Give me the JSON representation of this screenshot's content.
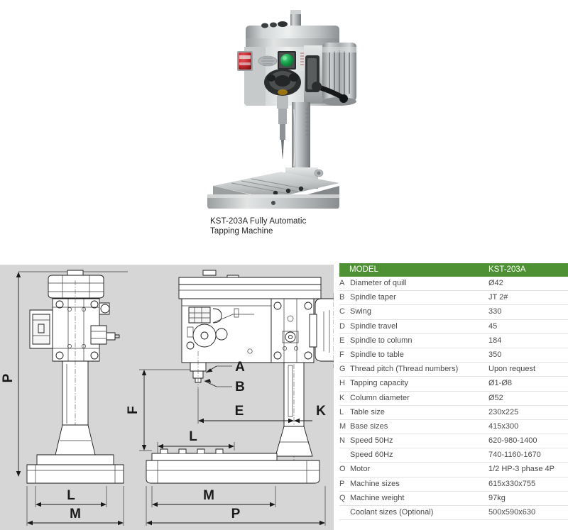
{
  "photo": {
    "caption_line1": "KST-203A Fully Automatic",
    "caption_line2": "Tapping Machine",
    "alt_name": "tapping-machine-photo",
    "controls": {
      "emergency_stop_color": "#c1272d",
      "start_button_color": "#16a04a",
      "body_color": "#b9bcbd"
    }
  },
  "drawing": {
    "side_view_labels": [
      "P",
      "L",
      "M"
    ],
    "front_view_labels": [
      "A",
      "B",
      "F",
      "E",
      "K",
      "L",
      "M",
      "P"
    ],
    "background_color": "#d6d6d6"
  },
  "table": {
    "accent_color": "#4e9034",
    "header": {
      "letter": "",
      "name": "MODEL",
      "value": "KST-203A"
    },
    "rows": [
      {
        "letter": "A",
        "label": "Diameter of quill",
        "value": "Ø42"
      },
      {
        "letter": "B",
        "label": "Spindle taper",
        "value": "JT 2#"
      },
      {
        "letter": "C",
        "label": "Swing",
        "value": "330"
      },
      {
        "letter": "D",
        "label": "Spindle travel",
        "value": "45"
      },
      {
        "letter": "E",
        "label": "Spindle to column",
        "value": "184"
      },
      {
        "letter": "F",
        "label": "Spindle to table",
        "value": "350"
      },
      {
        "letter": "G",
        "label": "Thread pitch (Thread numbers)",
        "value": "Upon request"
      },
      {
        "letter": "H",
        "label": "Tapping capacity",
        "value": "Ø1-Ø8"
      },
      {
        "letter": "K",
        "label": "Column diameter",
        "value": "Ø52"
      },
      {
        "letter": "L",
        "label": "Table size",
        "value": "230x225"
      },
      {
        "letter": "M",
        "label": "Base sizes",
        "value": "415x300"
      },
      {
        "letter": "N",
        "label": "Speed 50Hz",
        "value": "620-980-1400"
      },
      {
        "letter": "",
        "label": "Speed 60Hz",
        "value": "740-1160-1670"
      },
      {
        "letter": "O",
        "label": "Motor",
        "value": "1/2 HP-3 phase 4P"
      },
      {
        "letter": "P",
        "label": "Machine sizes",
        "value": "615x330x755"
      },
      {
        "letter": "Q",
        "label": "Machine weight",
        "value": "97kg"
      },
      {
        "letter": "",
        "label": "Coolant sizes (Optional)",
        "value": "500x590x630"
      }
    ]
  }
}
